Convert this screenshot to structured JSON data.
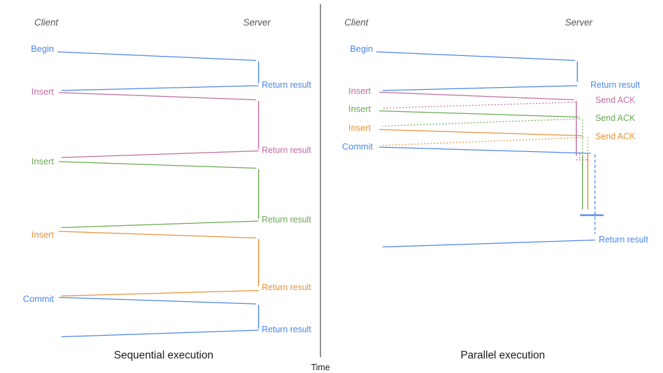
{
  "colors": {
    "blue": "#4a86e8",
    "pink": "#bd6ba0",
    "green": "#6aa84f",
    "orange": "#e69138",
    "axis": "#4d4d4d",
    "header": "#555555",
    "caption": "#1a1a1a"
  },
  "time_axis": {
    "label": "Time"
  },
  "sequential": {
    "caption": "Sequential execution",
    "headers": {
      "client": "Client",
      "server": "Server"
    },
    "messages": [
      {
        "label": "Begin",
        "color": "blue",
        "response": "Return result"
      },
      {
        "label": "Insert",
        "color": "pink",
        "response": "Return result"
      },
      {
        "label": "Insert",
        "color": "green",
        "response": "Return result"
      },
      {
        "label": "Insert",
        "color": "orange",
        "response": "Return result"
      },
      {
        "label": "Commit",
        "color": "blue",
        "response": "Return result"
      }
    ]
  },
  "parallel": {
    "caption": "Parallel execution",
    "headers": {
      "client": "Client",
      "server": "Server"
    },
    "messages": [
      {
        "label": "Begin",
        "color": "blue",
        "response": "Return result"
      },
      {
        "label": "Insert",
        "color": "pink",
        "response": "Send ACK"
      },
      {
        "label": "Insert",
        "color": "green",
        "response": "Send ACK"
      },
      {
        "label": "Insert",
        "color": "orange",
        "response": "Send ACK"
      },
      {
        "label": "Commit",
        "color": "blue",
        "response": "Return result"
      }
    ]
  }
}
